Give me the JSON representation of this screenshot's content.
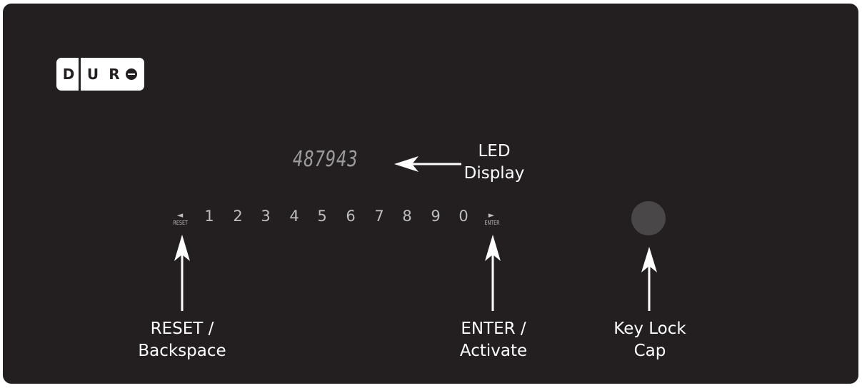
{
  "logo": {
    "letters": [
      "D",
      "U",
      "R"
    ],
    "icon": "circle-minus-icon"
  },
  "led_display": {
    "value": "487943"
  },
  "labels": {
    "led": [
      "LED",
      "Display"
    ],
    "reset": [
      "RESET /",
      "Backspace"
    ],
    "enter": [
      "ENTER /",
      "Activate"
    ],
    "keylock": [
      "Key Lock",
      "Cap"
    ]
  },
  "keypad": {
    "reset_key": {
      "symbol": "◄",
      "text": "RESET"
    },
    "digits": [
      "1",
      "2",
      "3",
      "4",
      "5",
      "6",
      "7",
      "8",
      "9",
      "0"
    ],
    "enter_key": {
      "symbol": "►",
      "text": "ENTER"
    }
  },
  "colors": {
    "panel": "#231f20",
    "text": "#ffffff",
    "keys": "#bdbdbd",
    "led": "#9a9a9a",
    "knob": "#4a4748"
  }
}
